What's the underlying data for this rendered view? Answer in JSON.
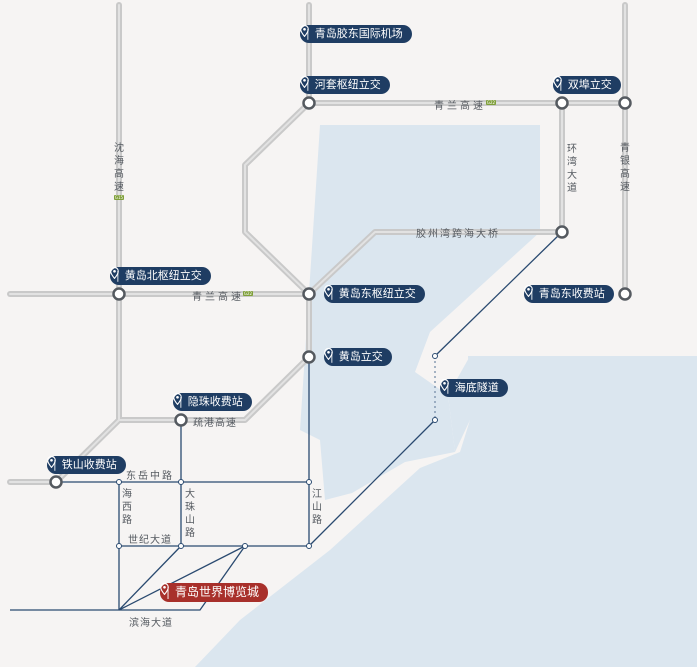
{
  "labels": {
    "airport": "青岛胶东国际机场",
    "hetao": "河套枢纽立交",
    "shuangbu": "双埠立交",
    "huangdao_north": "黄岛北枢纽立交",
    "huangdao_east": "黄岛东枢纽立交",
    "qingdao_east_toll": "青岛东收费站",
    "huangdao_interchange": "黄岛立交",
    "haidi_tunnel": "海底隧道",
    "yinzhu_toll": "隐珠收费站",
    "tieshan_toll": "铁山收费站",
    "expo": "青岛世界博览城"
  },
  "roads": {
    "qinglan_top": "青兰高速",
    "qinglan_mid": "青兰高速",
    "shenhai": "沈海高速",
    "huanwan": "环湾大道",
    "qingyin": "青银高速",
    "bridge": "胶州湾跨海大桥",
    "shugang": "疏港高速",
    "dongyue": "东岳中路",
    "haixi": "海西路",
    "dazhushan": "大珠山路",
    "jiangshan": "江山路",
    "shiji": "世纪大道",
    "binhai": "滨海大道"
  },
  "shields": {
    "g22_top": "G22",
    "g22_mid": "G22",
    "g15": "G15"
  },
  "colors": {
    "land": "#f6f4f3",
    "sea": "#dbe6ef",
    "expressway": "#c9c9c9",
    "urban_road": "#1f3d63",
    "tag_blue": "#1f3d63",
    "tag_red": "#a8302b"
  },
  "icons": {
    "pin": "map-pin-icon",
    "node": "interchange-node-icon"
  }
}
